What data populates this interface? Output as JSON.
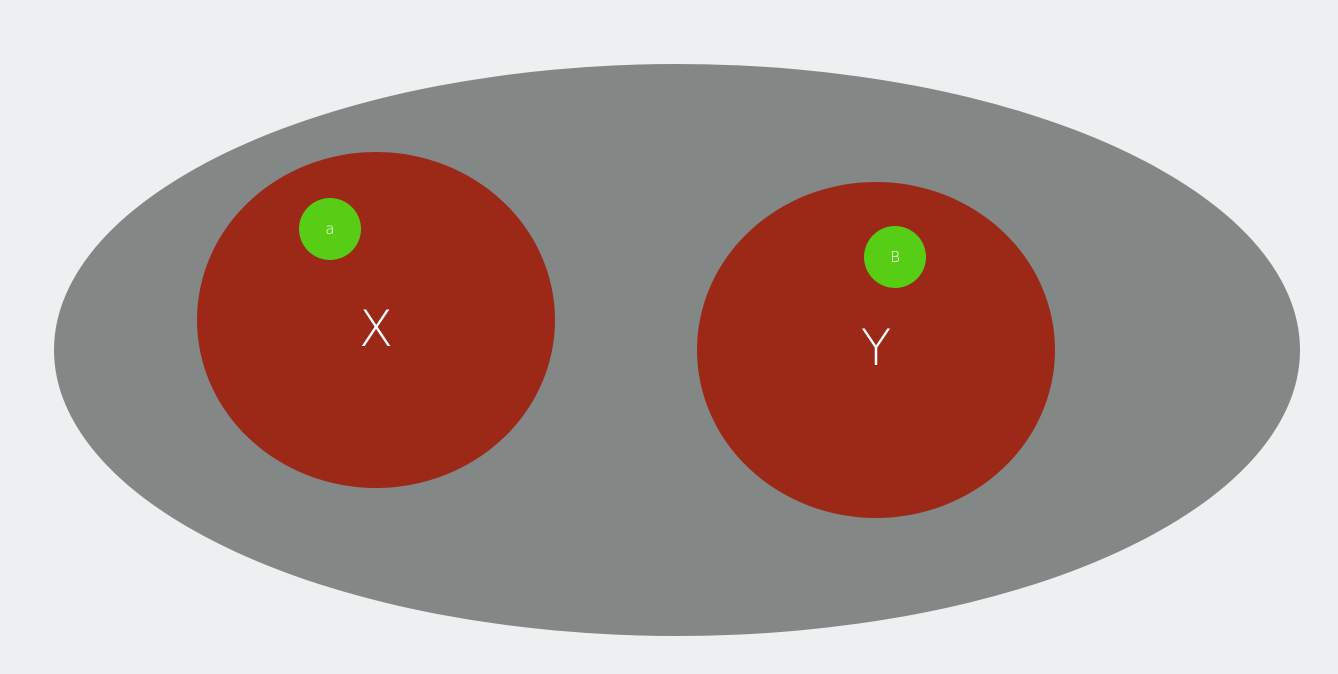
{
  "colors": {
    "background": "#eeeff0",
    "outer_set": "#838785",
    "inner_sets": "#9c2817",
    "elements": "#58cd15",
    "label": "#ffffff"
  },
  "sets": {
    "x": {
      "label": "X",
      "element": "a"
    },
    "y": {
      "label": "Y",
      "element": "B"
    }
  }
}
